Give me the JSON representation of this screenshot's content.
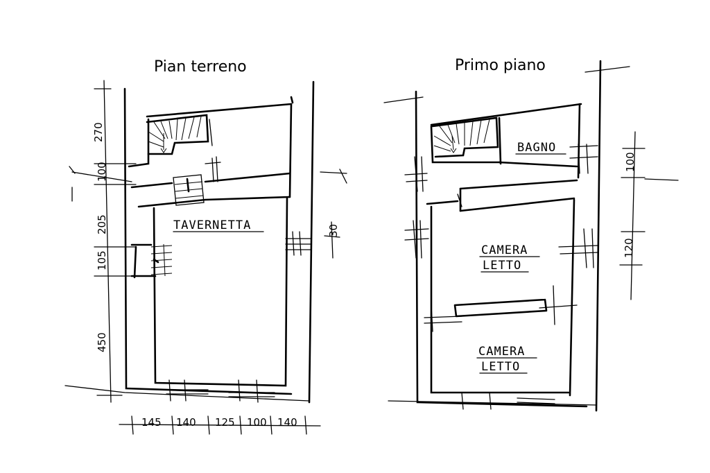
{
  "ground_floor": {
    "title": "Pian terreno",
    "room_label": "TAVERNETTA",
    "left_dimensions": [
      "270",
      "100",
      "205",
      "105",
      "450"
    ],
    "bottom_dimensions": [
      "145",
      "140",
      "125",
      "100",
      "140"
    ],
    "right_dimension": "30"
  },
  "first_floor": {
    "title": "Primo piano",
    "bathroom_label": "BAGNO",
    "room1_label_line1": "CAMERA",
    "room1_label_line2": "LETTO",
    "room2_label_line1": "CAMERA",
    "room2_label_line2": "LETTO",
    "right_dimensions": [
      "100",
      "120"
    ]
  }
}
